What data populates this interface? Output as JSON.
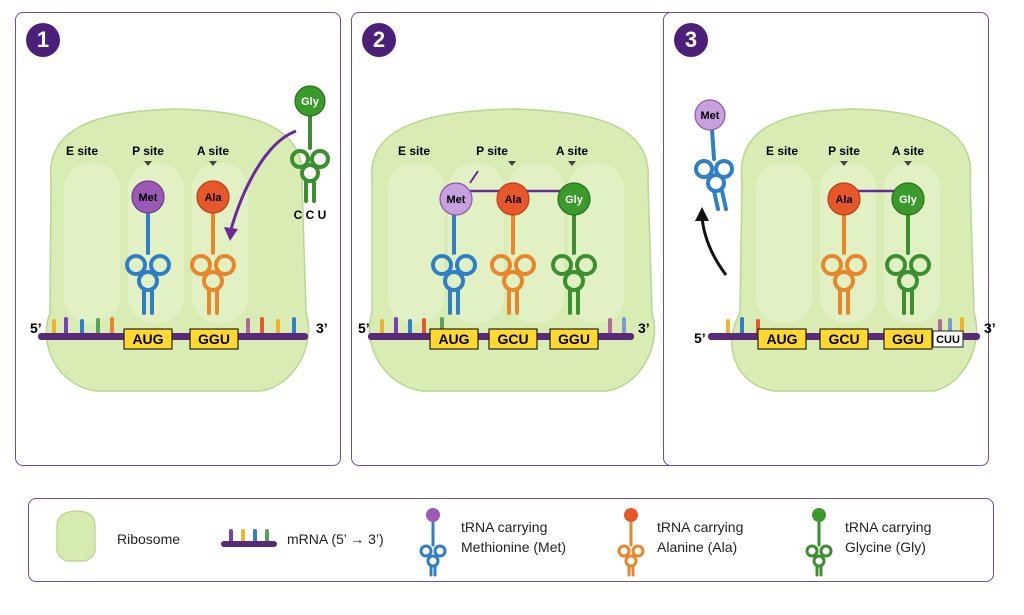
{
  "colors": {
    "met": "#9b59b6",
    "ala": "#e8572a",
    "gly": "#3a9a2c",
    "met_trna": "#2f7fc8",
    "ala_trna": "#e8872a",
    "gly_trna": "#3c8f2e",
    "mrna": "#5a2a7a",
    "ribosome": "#cfe8a8",
    "codon_box": "#ffd930",
    "accent": "#4b1f7a",
    "arrow": "#6a2a9a"
  },
  "panels": [
    {
      "number": "1",
      "e_site": "E site",
      "p_site": "P site",
      "a_site": "A site",
      "five": "5’",
      "three": "3’",
      "codons": [
        "AUG",
        "GGU"
      ],
      "amino": {
        "met": "Met",
        "ala": "Ala",
        "gly": "Gly"
      },
      "anticodon": "C C U"
    },
    {
      "number": "2",
      "e_site": "E site",
      "p_site": "P site",
      "a_site": "A site",
      "five": "5’",
      "three": "3’",
      "codons": [
        "AUG",
        "GCU",
        "GGU"
      ],
      "amino": {
        "met": "Met",
        "ala": "Ala",
        "gly": "Gly"
      }
    },
    {
      "number": "3",
      "e_site": "E site",
      "p_site": "P site",
      "a_site": "A site",
      "five": "5’",
      "three": "3’",
      "codons": [
        "AUG",
        "GCU",
        "GGU"
      ],
      "extra_codon": "CUU",
      "amino": {
        "met": "Met",
        "ala": "Ala",
        "gly": "Gly"
      }
    }
  ],
  "legend": {
    "ribosome": "Ribosome",
    "mrna": "mRNA (5’ → 3’)",
    "met_line1": "tRNA carrying",
    "met_line2": "Methionine (Met)",
    "ala_line1": "tRNA carrying",
    "ala_line2": "Alanine (Ala)",
    "gly_line1": "tRNA carrying",
    "gly_line2": "Glycine (Gly)"
  }
}
